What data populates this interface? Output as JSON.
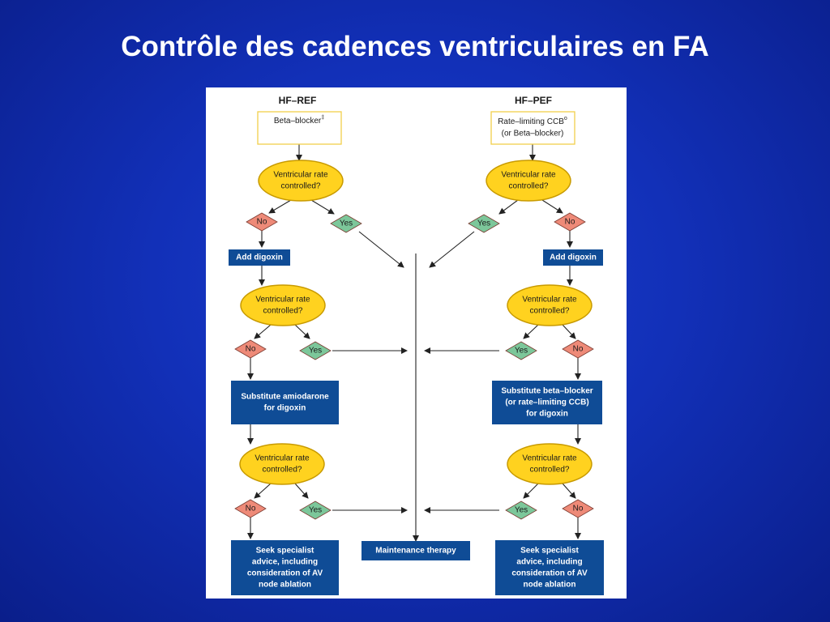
{
  "slide": {
    "title": "Contrôle des cadences ventriculaires  en FA"
  },
  "colors": {
    "background": "#1230b8",
    "ellipse_fill": "#ffd21f",
    "ellipse_stroke": "#c89a00",
    "no_diamond": "#ee8a78",
    "yes_diamond": "#7cc79a",
    "box_dark": "#0f4c96",
    "box_border": "#f2cf4a"
  },
  "flowchart": {
    "left": {
      "heading": "HF–REF",
      "start": {
        "text": "Beta–blocker",
        "sup": "‡"
      },
      "question1": [
        "Ventricular rate",
        "controlled?"
      ],
      "step2": [
        "Add digoxin"
      ],
      "question2": [
        "Ventricular rate",
        "controlled?"
      ],
      "step3": [
        "Substitute amiodarone",
        "for digoxin"
      ],
      "question3": [
        "Ventricular rate",
        "controlled?"
      ],
      "end": [
        "Seek specialist",
        "advice, including",
        "consideration of AV",
        "node ablation"
      ]
    },
    "right": {
      "heading": "HF–PEF",
      "start": {
        "line1": "Rate–limiting CCB",
        "sup": "o",
        "line2": "(or Beta–blocker)"
      },
      "question1": [
        "Ventricular rate",
        "controlled?"
      ],
      "step2": [
        "Add digoxin"
      ],
      "question2": [
        "Ventricular rate",
        "controlled?"
      ],
      "step3": [
        "Substitute beta–blocker",
        "(or rate–limiting CCB)",
        "for digoxin"
      ],
      "question3": [
        "Ventricular rate",
        "controlled?"
      ],
      "end": [
        "Seek specialist",
        "advice, including",
        "consideration of AV",
        "node ablation"
      ]
    },
    "center": {
      "maintenance": "Maintenance therapy"
    },
    "no_label": "No",
    "yes_label": "Yes"
  }
}
